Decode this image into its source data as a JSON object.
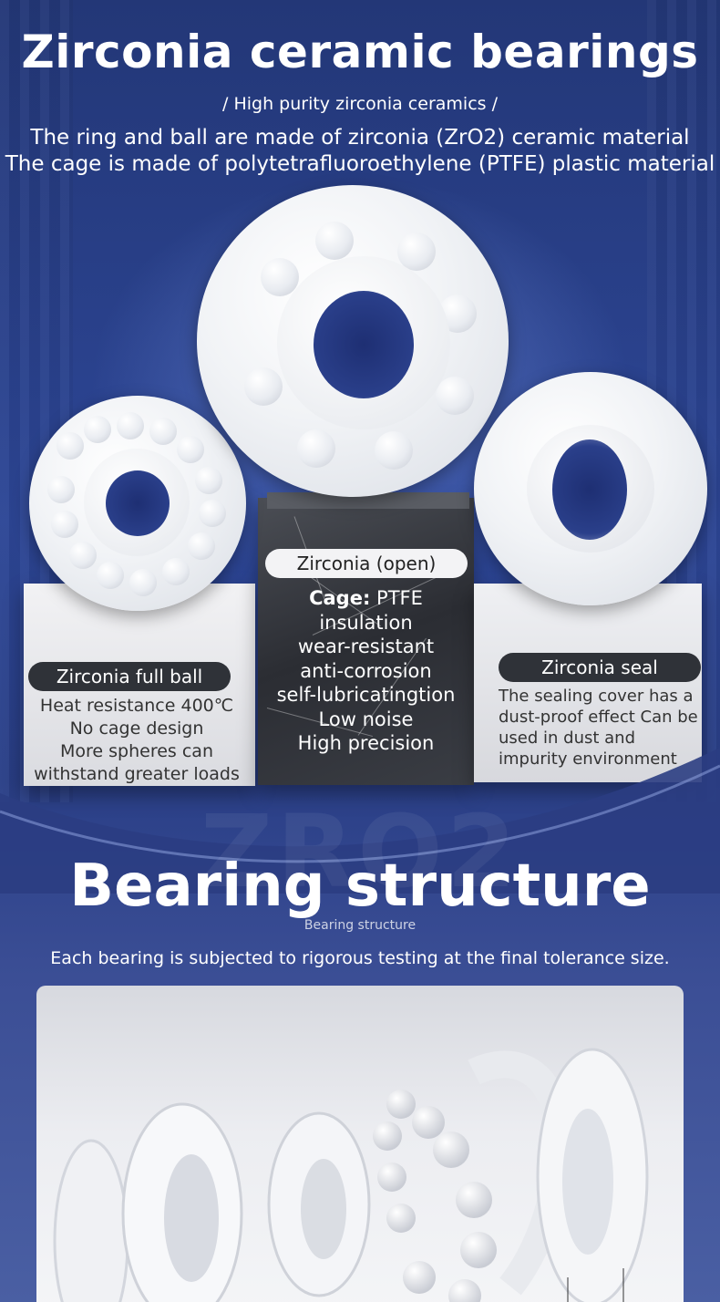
{
  "header": {
    "title": "Zirconia ceramic bearings",
    "subtitle": "/ High purity zirconia ceramics /",
    "desc_line1": "The ring and ball are made of zirconia (ZrO2) ceramic material",
    "desc_line2": "The cage is made of polytetrafluoroethylene (PTFE) plastic material"
  },
  "products": {
    "left": {
      "label": "Zirconia full ball",
      "features": [
        "Heat resistance 400℃",
        "No cage design",
        "More spheres can",
        "withstand greater loads"
      ]
    },
    "middle": {
      "label": "Zirconia (open)",
      "cage_label": "Cage:",
      "cage_value": "PTFE",
      "features": [
        "insulation",
        "wear-resistant",
        "anti-corrosion",
        "self-lubricatingtion",
        "Low noise",
        "High precision"
      ]
    },
    "right": {
      "label": "Zirconia seal",
      "features": [
        "The sealing cover has a",
        "dust-proof effect Can be",
        "used in dust and",
        "impurity environment"
      ]
    }
  },
  "structure": {
    "watermark": "ZRO2",
    "title": "Bearing structure",
    "subtitle": "Bearing structure",
    "description": "Each bearing is subjected to rigorous testing at the final tolerance size."
  },
  "colors": {
    "background": "#2b3f86",
    "label_dark": "#2f3238",
    "label_light": "#f3f3f5"
  }
}
